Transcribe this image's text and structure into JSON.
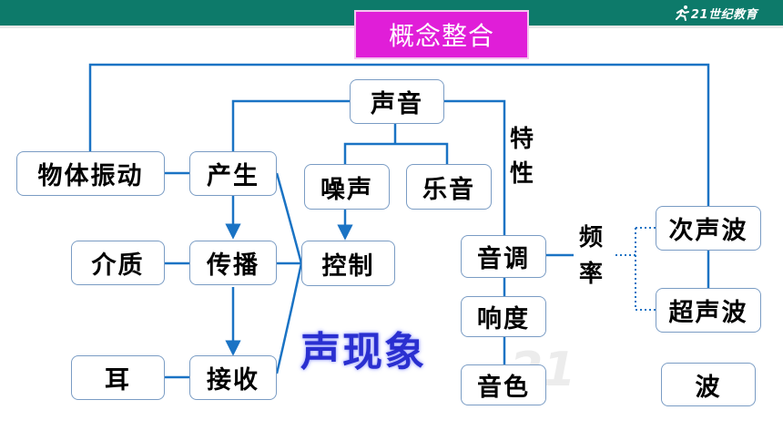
{
  "header": {
    "logo_text": "21世纪教育"
  },
  "title": "概念整合",
  "nodes": {
    "sound": "声音",
    "vibration": "物体振动",
    "produce": "产生",
    "noise": "噪声",
    "music": "乐音",
    "medium": "介质",
    "propagate": "传播",
    "control": "控制",
    "pitch": "音调",
    "infrasound": "次声波",
    "ultrasound": "超声波",
    "loudness": "响度",
    "ear": "耳",
    "receive": "接收",
    "timbre": "音色",
    "wave": "波"
  },
  "labels": {
    "characteristics_1": "特",
    "characteristics_2": "性",
    "frequency_1": "频",
    "frequency_2": "率"
  },
  "overlay_title": "声现象",
  "colors": {
    "line": "#1a73c4",
    "title_bg": "#e01ed8",
    "header": "#0d7a6a",
    "overlay_title": "#2a2fd0"
  }
}
